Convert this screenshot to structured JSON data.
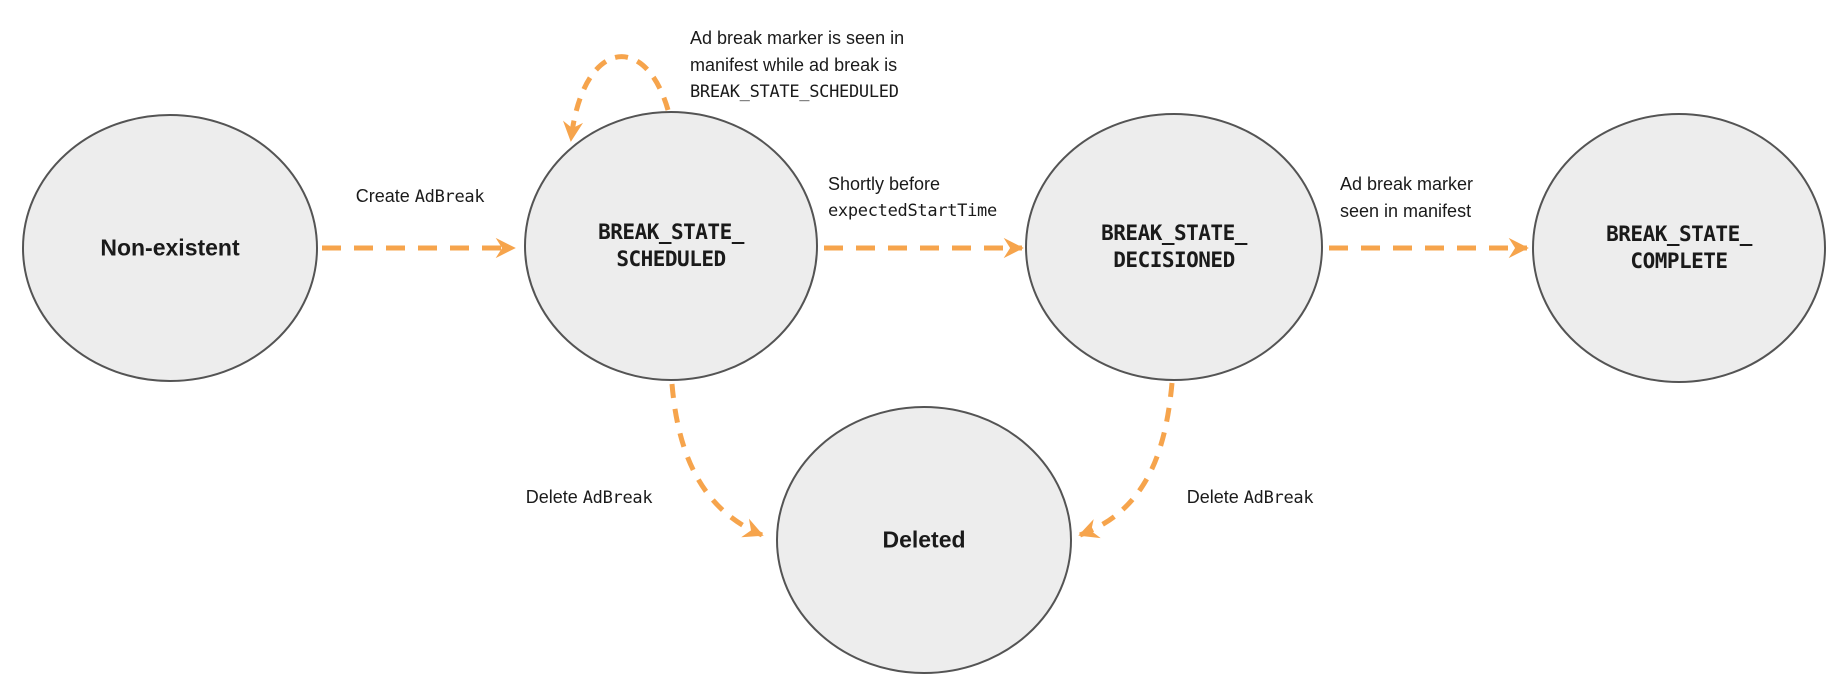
{
  "diagram": {
    "kind": "ad-break-state-machine",
    "colors": {
      "accent": "#F6A44C",
      "node_fill": "#EDEDED",
      "node_border": "#545454",
      "text": "#1A1A1A"
    },
    "nodes": {
      "non_existent": {
        "label": "Non-existent"
      },
      "scheduled": {
        "line1": "BREAK_STATE_",
        "line2": "SCHEDULED"
      },
      "decisioned": {
        "line1": "BREAK_STATE_",
        "line2": "DECISIONED"
      },
      "complete": {
        "line1": "BREAK_STATE_",
        "line2": "COMPLETE"
      },
      "deleted": {
        "label": "Deleted"
      }
    },
    "edges": {
      "create": {
        "text": "Create",
        "code": "AdBreak"
      },
      "self_loop": {
        "line1": "Ad break marker is seen in",
        "line2": "manifest while ad break is",
        "code": "BREAK_STATE_SCHEDULED"
      },
      "shortly": {
        "text": "Shortly before",
        "code": "expectedStartTime"
      },
      "marker_seen": {
        "line1": "Ad break marker",
        "line2": "seen in manifest"
      },
      "delete_left": {
        "text": "Delete",
        "code": "AdBreak"
      },
      "delete_right": {
        "text": "Delete",
        "code": "AdBreak"
      }
    }
  }
}
